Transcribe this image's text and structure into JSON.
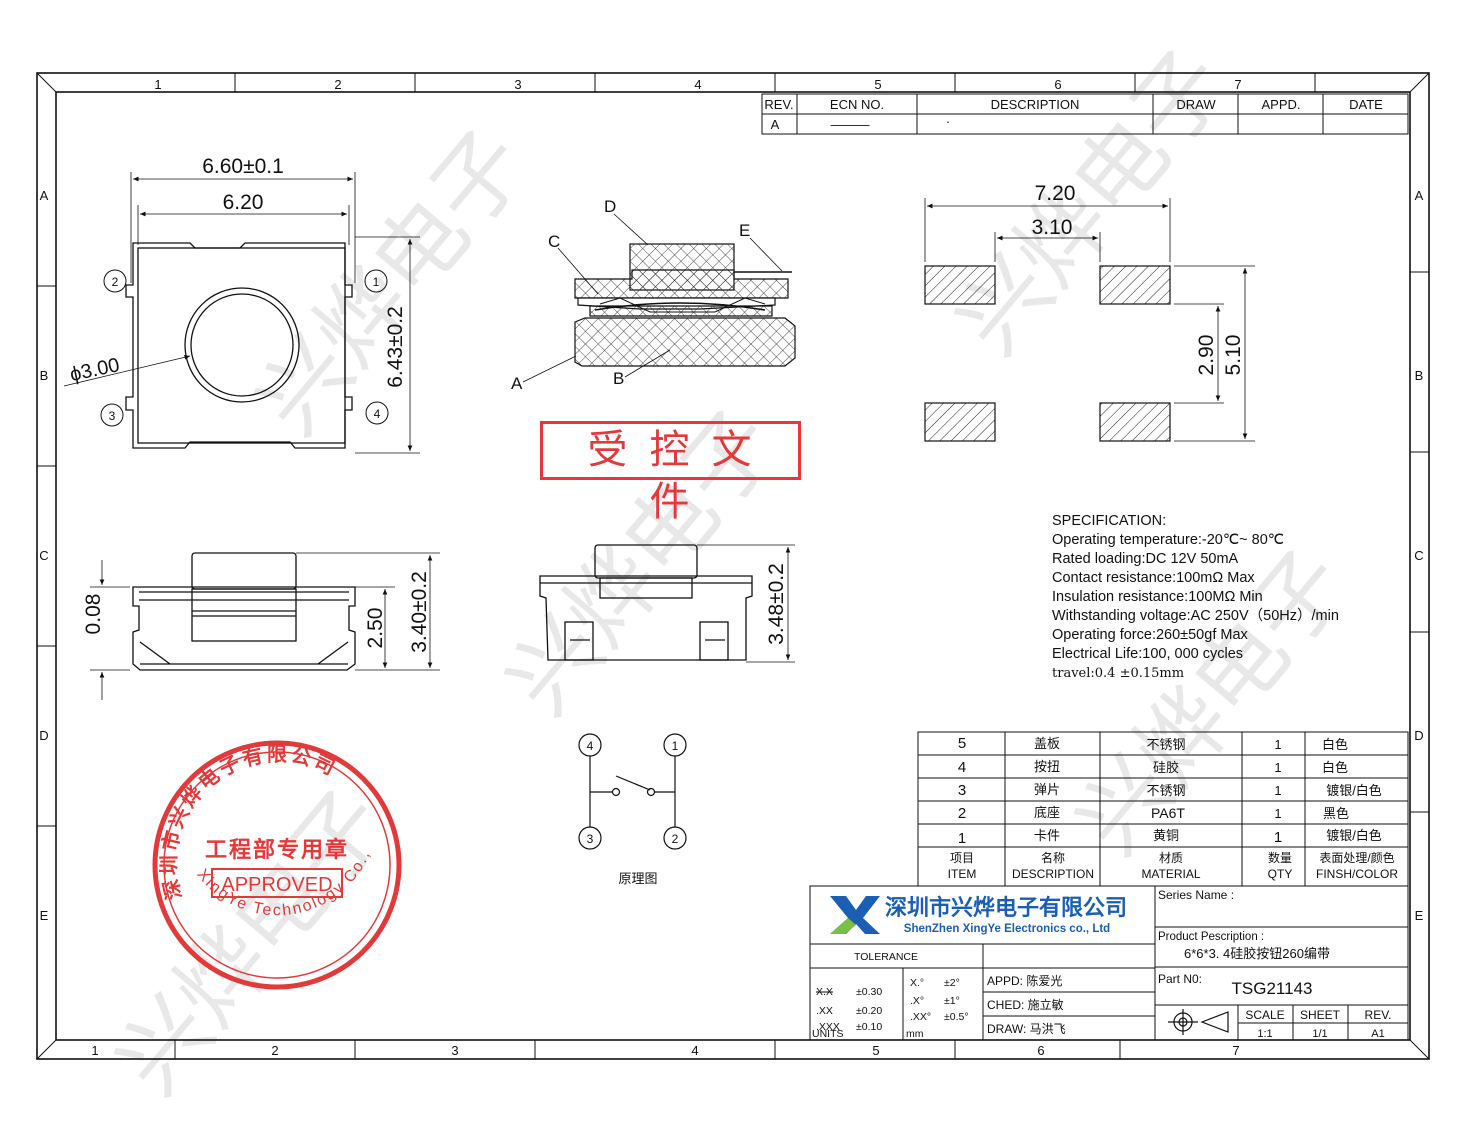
{
  "frame": {
    "col_labels_top": [
      "1",
      "2",
      "3",
      "4",
      "5",
      "6",
      "7"
    ],
    "col_labels_bottom": [
      "1",
      "2",
      "3",
      "4",
      "5",
      "6",
      "7"
    ],
    "row_labels": [
      "A",
      "B",
      "C",
      "D",
      "E"
    ]
  },
  "revision_table": {
    "headers": [
      "REV.",
      "ECN  NO.",
      "DESCRIPTION",
      "DRAW",
      "APPD.",
      "DATE"
    ],
    "rows": [
      [
        "A",
        "———",
        "·",
        "",
        "",
        ""
      ]
    ]
  },
  "top_view": {
    "dim_outer_width": "6.60±0.1",
    "dim_inner_width": "6.20",
    "dim_height": "6.43±0.2",
    "dim_diameter": "ϕ3.00",
    "pins": [
      "2",
      "1",
      "3",
      "4"
    ]
  },
  "section_view": {
    "callouts": [
      "D",
      "C",
      "E",
      "A",
      "B"
    ]
  },
  "pcb_layout": {
    "dim_total": "7.20",
    "dim_gap": "3.10",
    "dim_inner_v": "2.90",
    "dim_outer_v": "5.10"
  },
  "side_view": {
    "dim_small": "0.08",
    "dim_body": "2.50",
    "dim_total": "3.40±0.2"
  },
  "front_view": {
    "dim_total": "3.48±0.2"
  },
  "schematic": {
    "pins": [
      "4",
      "1",
      "3",
      "2"
    ],
    "label": "原理图"
  },
  "controlled_stamp": "受控文件",
  "specification": {
    "title": "SPECIFICATION:",
    "lines": [
      "Operating temperature:-20℃~ 80℃",
      "Rated loading:DC 12V 50mA",
      "Contact resistance:100mΩ Max",
      "Insulation resistance:100MΩ Min",
      "Withstanding voltage:AC 250V（50Hz）/min",
      "Operating force:260±50gf Max",
      "Electrical Life:100, 000 cycles",
      "travel:0.4 ±0.15mm"
    ]
  },
  "bom": {
    "rows": [
      [
        "5",
        "盖板",
        "不锈钢",
        "1",
        "白色"
      ],
      [
        "4",
        "按扭",
        "硅胶",
        "1",
        "白色"
      ],
      [
        "3",
        "弹片",
        "不锈钢",
        "1",
        "镀银/白色"
      ],
      [
        "2",
        "底座",
        "PA6T",
        "1",
        "黑色"
      ],
      [
        "1",
        "卡件",
        "黄铜",
        "1",
        "镀银/白色"
      ]
    ],
    "header_cn": [
      "项目",
      "名称",
      "材质",
      "数量",
      "表面处理/颜色"
    ],
    "header_en": [
      "ITEM",
      "DESCRIPTION",
      "MATERIAL",
      "QTY",
      "FINSH/COLOR"
    ]
  },
  "company": {
    "name_cn": "深圳市兴烨电子有限公司",
    "name_en": "ShenZhen XingYe Electronics co., Ltd"
  },
  "title_block": {
    "tolerance": "TOLERANCE",
    "tol_left": [
      [
        "X.X",
        "±0.30"
      ],
      [
        ".XX",
        "±0.20"
      ],
      [
        ".XXX",
        "±0.10"
      ]
    ],
    "tol_right": [
      [
        "X.°",
        "±2°"
      ],
      [
        ".X°",
        "±1°"
      ],
      [
        ".XX°",
        "±0.5°"
      ]
    ],
    "units_label": "UNITS",
    "units": "mm",
    "appd": "APPD:  陈爱光",
    "ched": "CHED:  施立敏",
    "draw": "DRAW:  马洪飞",
    "series_label": "Series Name :",
    "product_label": "Product Pescription :",
    "product": "6*6*3. 4硅胶按钮260编带",
    "part_label": "Part N0:",
    "part_no": "TSG21143",
    "scale_label": "SCALE",
    "scale": "1:1",
    "sheet_label": "SHEET",
    "sheet": "1/1",
    "rev_label": "REV.",
    "rev": "A1"
  },
  "seal": {
    "ring_cn": "深圳市兴烨电子有限公司",
    "ring_en": "XingYe Technology Co.,Ltd",
    "center_cn": "工程部专用章",
    "approved": "APPROVED"
  },
  "watermark": "兴烨电子",
  "colors": {
    "seal_red": "#e23a3a",
    "logo_blue": "#1a5fb4",
    "logo_green": "#7bc043"
  }
}
